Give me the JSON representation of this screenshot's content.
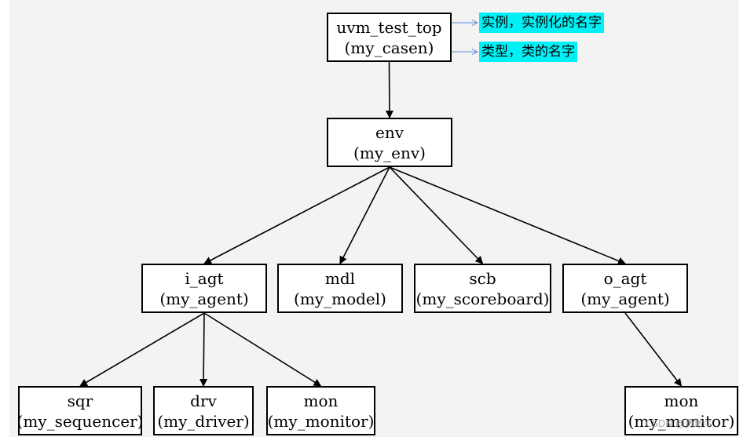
{
  "nodes": {
    "uvm_test_top": {
      "instance": "uvm_test_top",
      "type": "(my_casen)"
    },
    "env": {
      "instance": "env",
      "type": "(my_env)"
    },
    "i_agt": {
      "instance": "i_agt",
      "type": "(my_agent)"
    },
    "mdl": {
      "instance": "mdl",
      "type": "(my_model)"
    },
    "scb": {
      "instance": "scb",
      "type": "(my_scoreboard)"
    },
    "o_agt": {
      "instance": "o_agt",
      "type": "(my_agent)"
    },
    "sqr": {
      "instance": "sqr",
      "type": "(my_sequencer)"
    },
    "drv": {
      "instance": "drv",
      "type": "(my_driver)"
    },
    "mon_i": {
      "instance": "mon",
      "type": "(my_monitor)"
    },
    "mon_o": {
      "instance": "mon",
      "type": "(my_monitor)"
    }
  },
  "edges": [
    [
      "uvm_test_top",
      "env"
    ],
    [
      "env",
      "i_agt"
    ],
    [
      "env",
      "mdl"
    ],
    [
      "env",
      "scb"
    ],
    [
      "env",
      "o_agt"
    ],
    [
      "i_agt",
      "sqr"
    ],
    [
      "i_agt",
      "drv"
    ],
    [
      "i_agt",
      "mon_i"
    ],
    [
      "o_agt",
      "mon_o"
    ]
  ],
  "annotations": {
    "instance_note": "实例，实例化的名字",
    "type_note": "类型，类的名字",
    "highlight_color": "#00f0f6"
  },
  "watermark": "CSDN @勇敢牛"
}
